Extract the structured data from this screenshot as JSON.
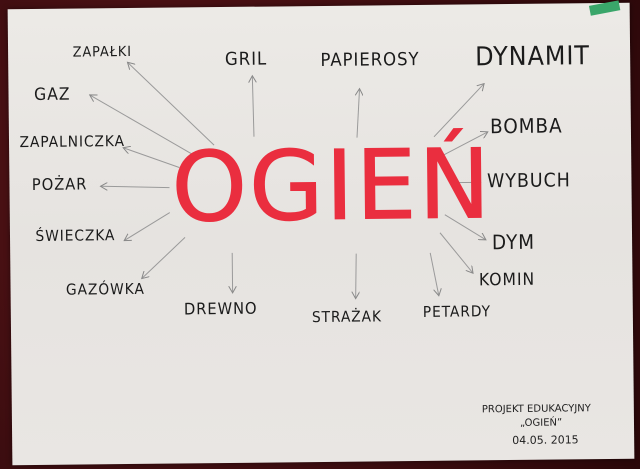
{
  "center_word": "OGIEŃ",
  "words": {
    "zapalki": "ZAPAŁKI",
    "gaz": "GAZ",
    "zapalniczka": "ZAPALNICZKA",
    "pozar": "POŻAR",
    "swieczka": "ŚWIECZKA",
    "gazowka": "GAZÓWKA",
    "gril": "GRIL",
    "papierosy": "PAPIEROSY",
    "dynamit": "DYNAMIT",
    "bomba": "BOMBA",
    "wybuch": "WYBUCH",
    "dym": "DYM",
    "komin": "KOMIN",
    "petardy": "PETARDY",
    "strazak": "STRAŻAK",
    "drewno": "DREWNO"
  },
  "footer": {
    "line1": "PROJEKT EDUKACYJNY",
    "line2": "„OGIEŃ”",
    "line3": "04.05. 2015"
  },
  "colors": {
    "center_word": "#ea2e3f",
    "ink": "#1b1b1b",
    "carpet": "#4a1014"
  }
}
